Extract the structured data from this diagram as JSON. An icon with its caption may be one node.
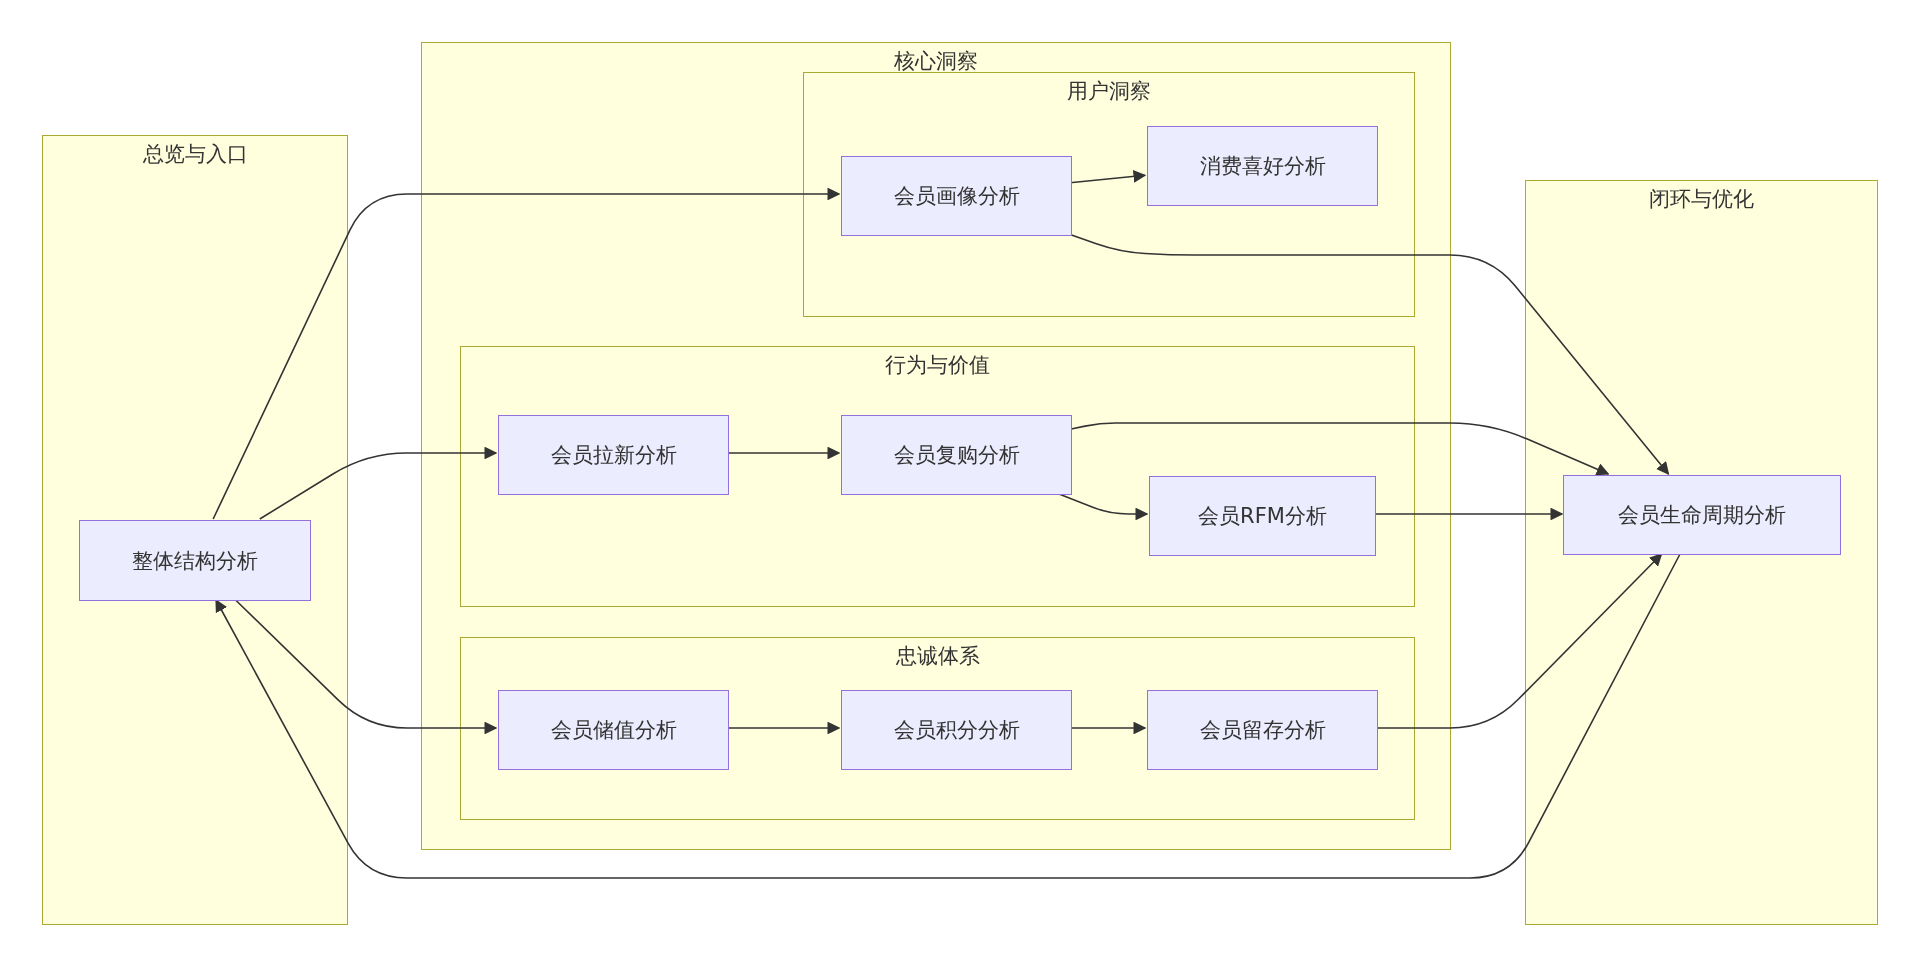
{
  "diagram": {
    "nodes": [
      {
        "text": [
          "总览与入口"
        ]
      },
      {
        "text": [
          "整体结构分析"
        ],
        "in": 0
      },
      {
        "text": [
          "核心洞察"
        ]
      },
      {
        "text": [
          "用户洞察"
        ],
        "in": 2
      },
      {
        "text": [
          "会员画像分析"
        ],
        "in": 3
      },
      {
        "text": [
          "消费喜好分析"
        ],
        "in": 3
      },
      {
        "text": [
          "行为与价值"
        ],
        "in": 2
      },
      {
        "text": [
          "会员拉新分析"
        ],
        "in": 6
      },
      {
        "text": [
          "会员复购分析"
        ],
        "in": 6
      },
      {
        "text": [
          "会员RFM分析"
        ],
        "in": 6
      },
      {
        "text": [
          "忠诚体系"
        ],
        "in": 2
      },
      {
        "text": [
          "会员储值分析"
        ],
        "in": 10
      },
      {
        "text": [
          "会员积分分析"
        ],
        "in": 10
      },
      {
        "text": [
          "会员留存分析"
        ],
        "in": 10
      },
      {
        "text": [
          "闭环与优化"
        ]
      },
      {
        "text": [
          "会员生命周期分析"
        ],
        "in": 14
      }
    ],
    "edges": [
      {
        "from": 1,
        "to": 4,
        "arrow": "to"
      },
      {
        "from": 1,
        "to": 7,
        "arrow": "to"
      },
      {
        "from": 1,
        "to": 11,
        "arrow": "to"
      },
      {
        "from": 4,
        "to": 5,
        "arrow": "to"
      },
      {
        "from": 4,
        "to": 15,
        "arrow": "to"
      },
      {
        "from": 7,
        "to": 8,
        "arrow": "to"
      },
      {
        "from": 8,
        "to": 9,
        "arrow": "to"
      },
      {
        "from": 8,
        "to": 15,
        "arrow": "to"
      },
      {
        "from": 9,
        "to": 15,
        "arrow": "to"
      },
      {
        "from": 11,
        "to": 12,
        "arrow": "to"
      },
      {
        "from": 12,
        "to": 13,
        "arrow": "to"
      },
      {
        "from": 13,
        "to": 15,
        "arrow": "to"
      },
      {
        "from": 15,
        "to": 1,
        "arrow": "to"
      }
    ]
  }
}
